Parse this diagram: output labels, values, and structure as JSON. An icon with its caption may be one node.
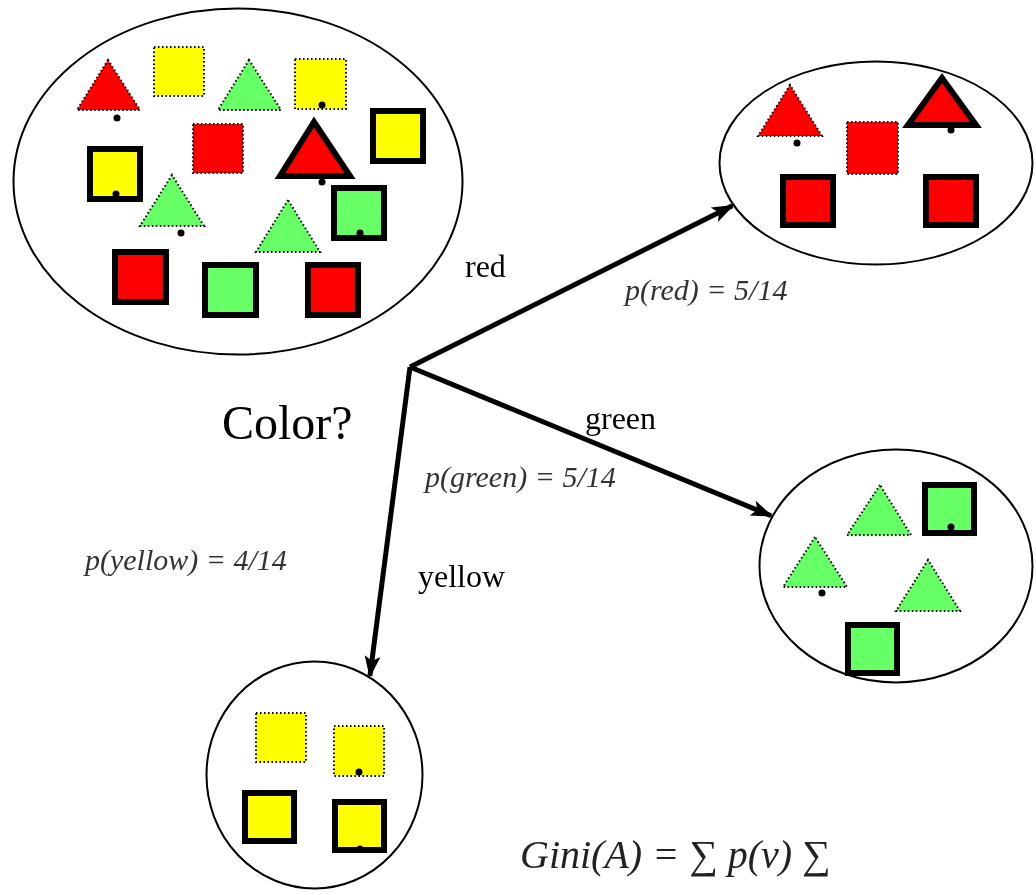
{
  "diagram": {
    "nodes": [
      {
        "text": [],
        "shape": "picture"
      },
      {
        "text": [],
        "shape": "picture"
      },
      {
        "text": [
          "Color?"
        ]
      },
      {
        "text": [],
        "shape": "picture"
      },
      {
        "text": [],
        "shape": "picture"
      }
    ],
    "edges": [
      {
        "from": 2,
        "to": 1,
        "arrow": "to",
        "label": "red"
      },
      {
        "from": 2,
        "to": 3,
        "arrow": "to",
        "label": "green"
      },
      {
        "from": 2,
        "to": 4,
        "arrow": "to",
        "label": "yellow"
      }
    ],
    "labels": [
      "p(red) = 5/14",
      "p(green) = 5/14",
      "p(yellow) = 4/14",
      "Gini(A) = ∑ p(v) ∑"
    ]
  }
}
